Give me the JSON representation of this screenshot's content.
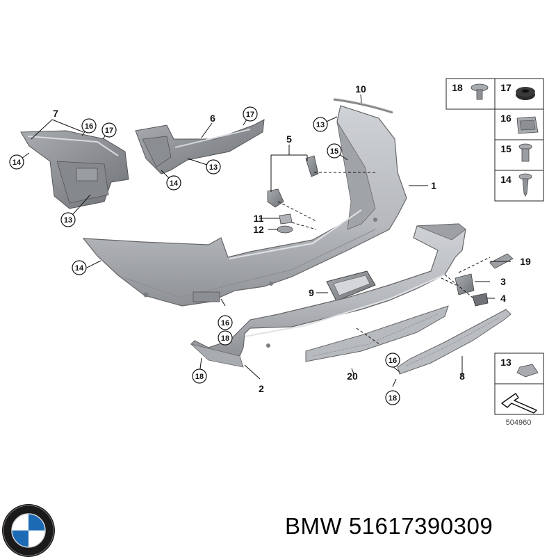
{
  "diagram": {
    "code": "504960",
    "bubble_labels": [
      "16",
      "17",
      "14",
      "13",
      "17",
      "14",
      "13",
      "13",
      "15",
      "11",
      "12",
      "14",
      "16",
      "18",
      "18",
      "16",
      "18"
    ],
    "plain_labels": [
      "7",
      "6",
      "10",
      "5",
      "1",
      "19",
      "3",
      "4",
      "9",
      "2",
      "20",
      "8"
    ],
    "inset_labels": [
      "18",
      "17",
      "16",
      "15",
      "14",
      "13"
    ]
  },
  "footer": {
    "brand": "BMW",
    "part_number": "51617390309",
    "text": "BMW 51617390309"
  },
  "colors": {
    "part_fill": "#b9bcc1",
    "part_shade": "#8f9297",
    "part_dark": "#6f7277",
    "line": "#111111",
    "logo_blue": "#1c69b4",
    "logo_ring": "#1a1a1a"
  }
}
